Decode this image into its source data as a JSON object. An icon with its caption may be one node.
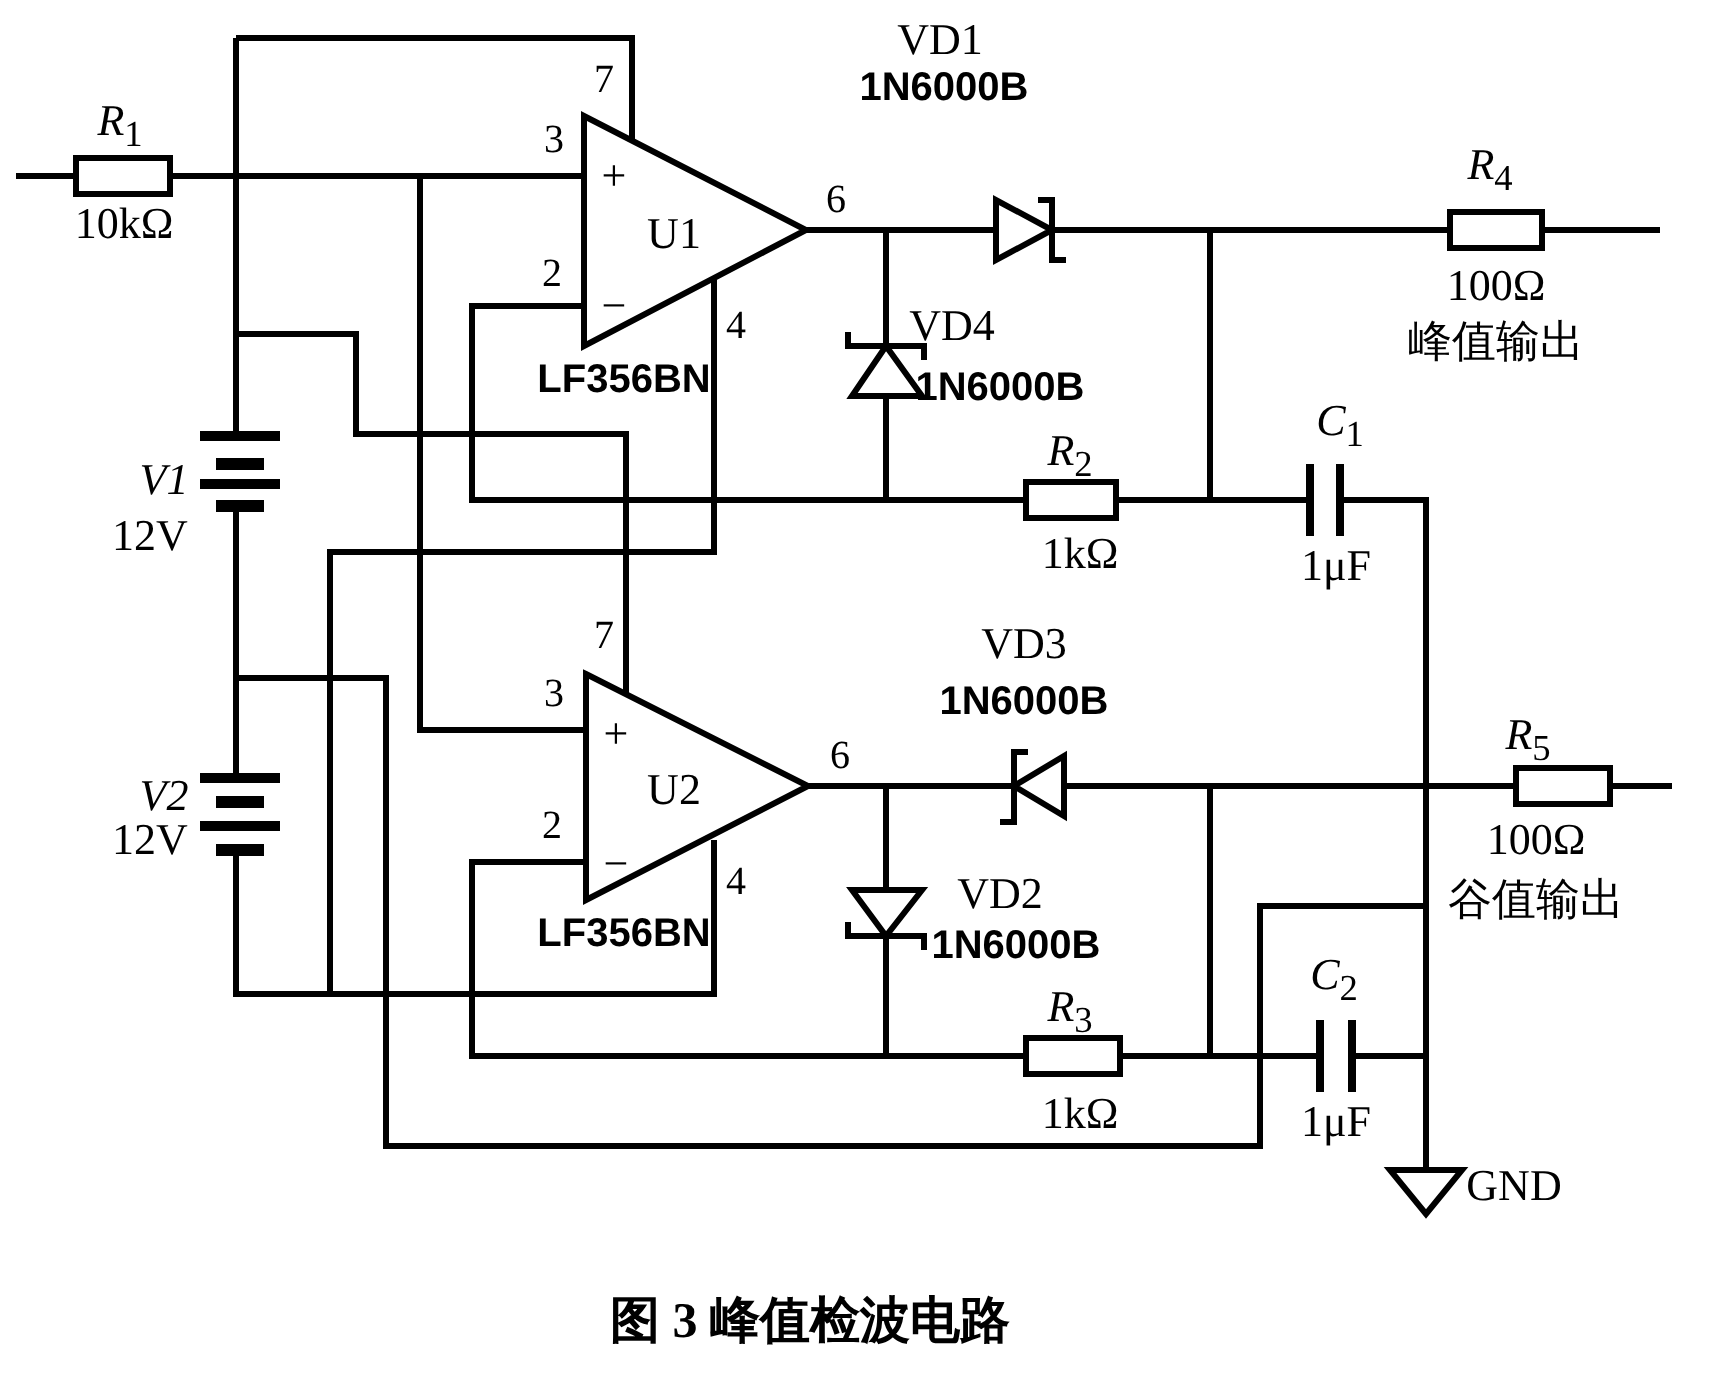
{
  "diagram": {
    "caption": "图 3 峰值检波电路",
    "labels": [
      "7",
      "VD1",
      "1N6000B",
      "*R*$_{1}$",
      "10kΩ",
      "3",
      "+",
      "U1",
      "6",
      "*R*$_{4}$",
      "100Ω",
      "峰值输出",
      "2",
      "−",
      "4",
      "VD4",
      "1N6000B",
      "LF356BN",
      "V1",
      "12V",
      "*R*$_{2}$",
      "*C*$_{1}$",
      "1kΩ",
      "1μF",
      "VD3",
      "1N6000B",
      "7",
      "3",
      "+",
      "U2",
      "6",
      "*R*$_{5}$",
      "100Ω",
      "谷值输出",
      "V2",
      "12V",
      "2",
      "−",
      "4",
      "VD2",
      "1N6000B",
      "LF356BN",
      "*C*$_{2}$",
      "*R*$_{3}$",
      "1kΩ",
      "1μF",
      "GND"
    ]
  }
}
